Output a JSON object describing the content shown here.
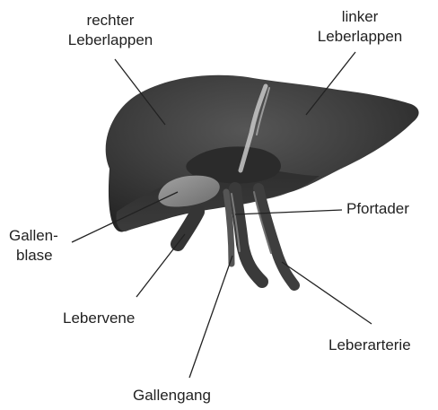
{
  "labels": {
    "rechter_leberlappen": {
      "line1": "rechter",
      "line2": "Leberlappen"
    },
    "linker_leberlappen": {
      "line1": "linker",
      "line2": "Leberlappen"
    },
    "pfortader": "Pfortader",
    "gallenblase": {
      "line1": "Gallen-",
      "line2": "blase"
    },
    "lebervene": "Lebervene",
    "leberarterie": "Leberarterie",
    "gallengang": "Gallengang"
  },
  "colors": {
    "liver_dark": "#2f2f2f",
    "liver_mid": "#3c3c3c",
    "liver_light": "#525252",
    "vessel": "#3a3a3a",
    "gallbladder": "#8a8a8a",
    "ligament": "#c8c8c8",
    "leader_line": "#222222",
    "text": "#222222"
  }
}
